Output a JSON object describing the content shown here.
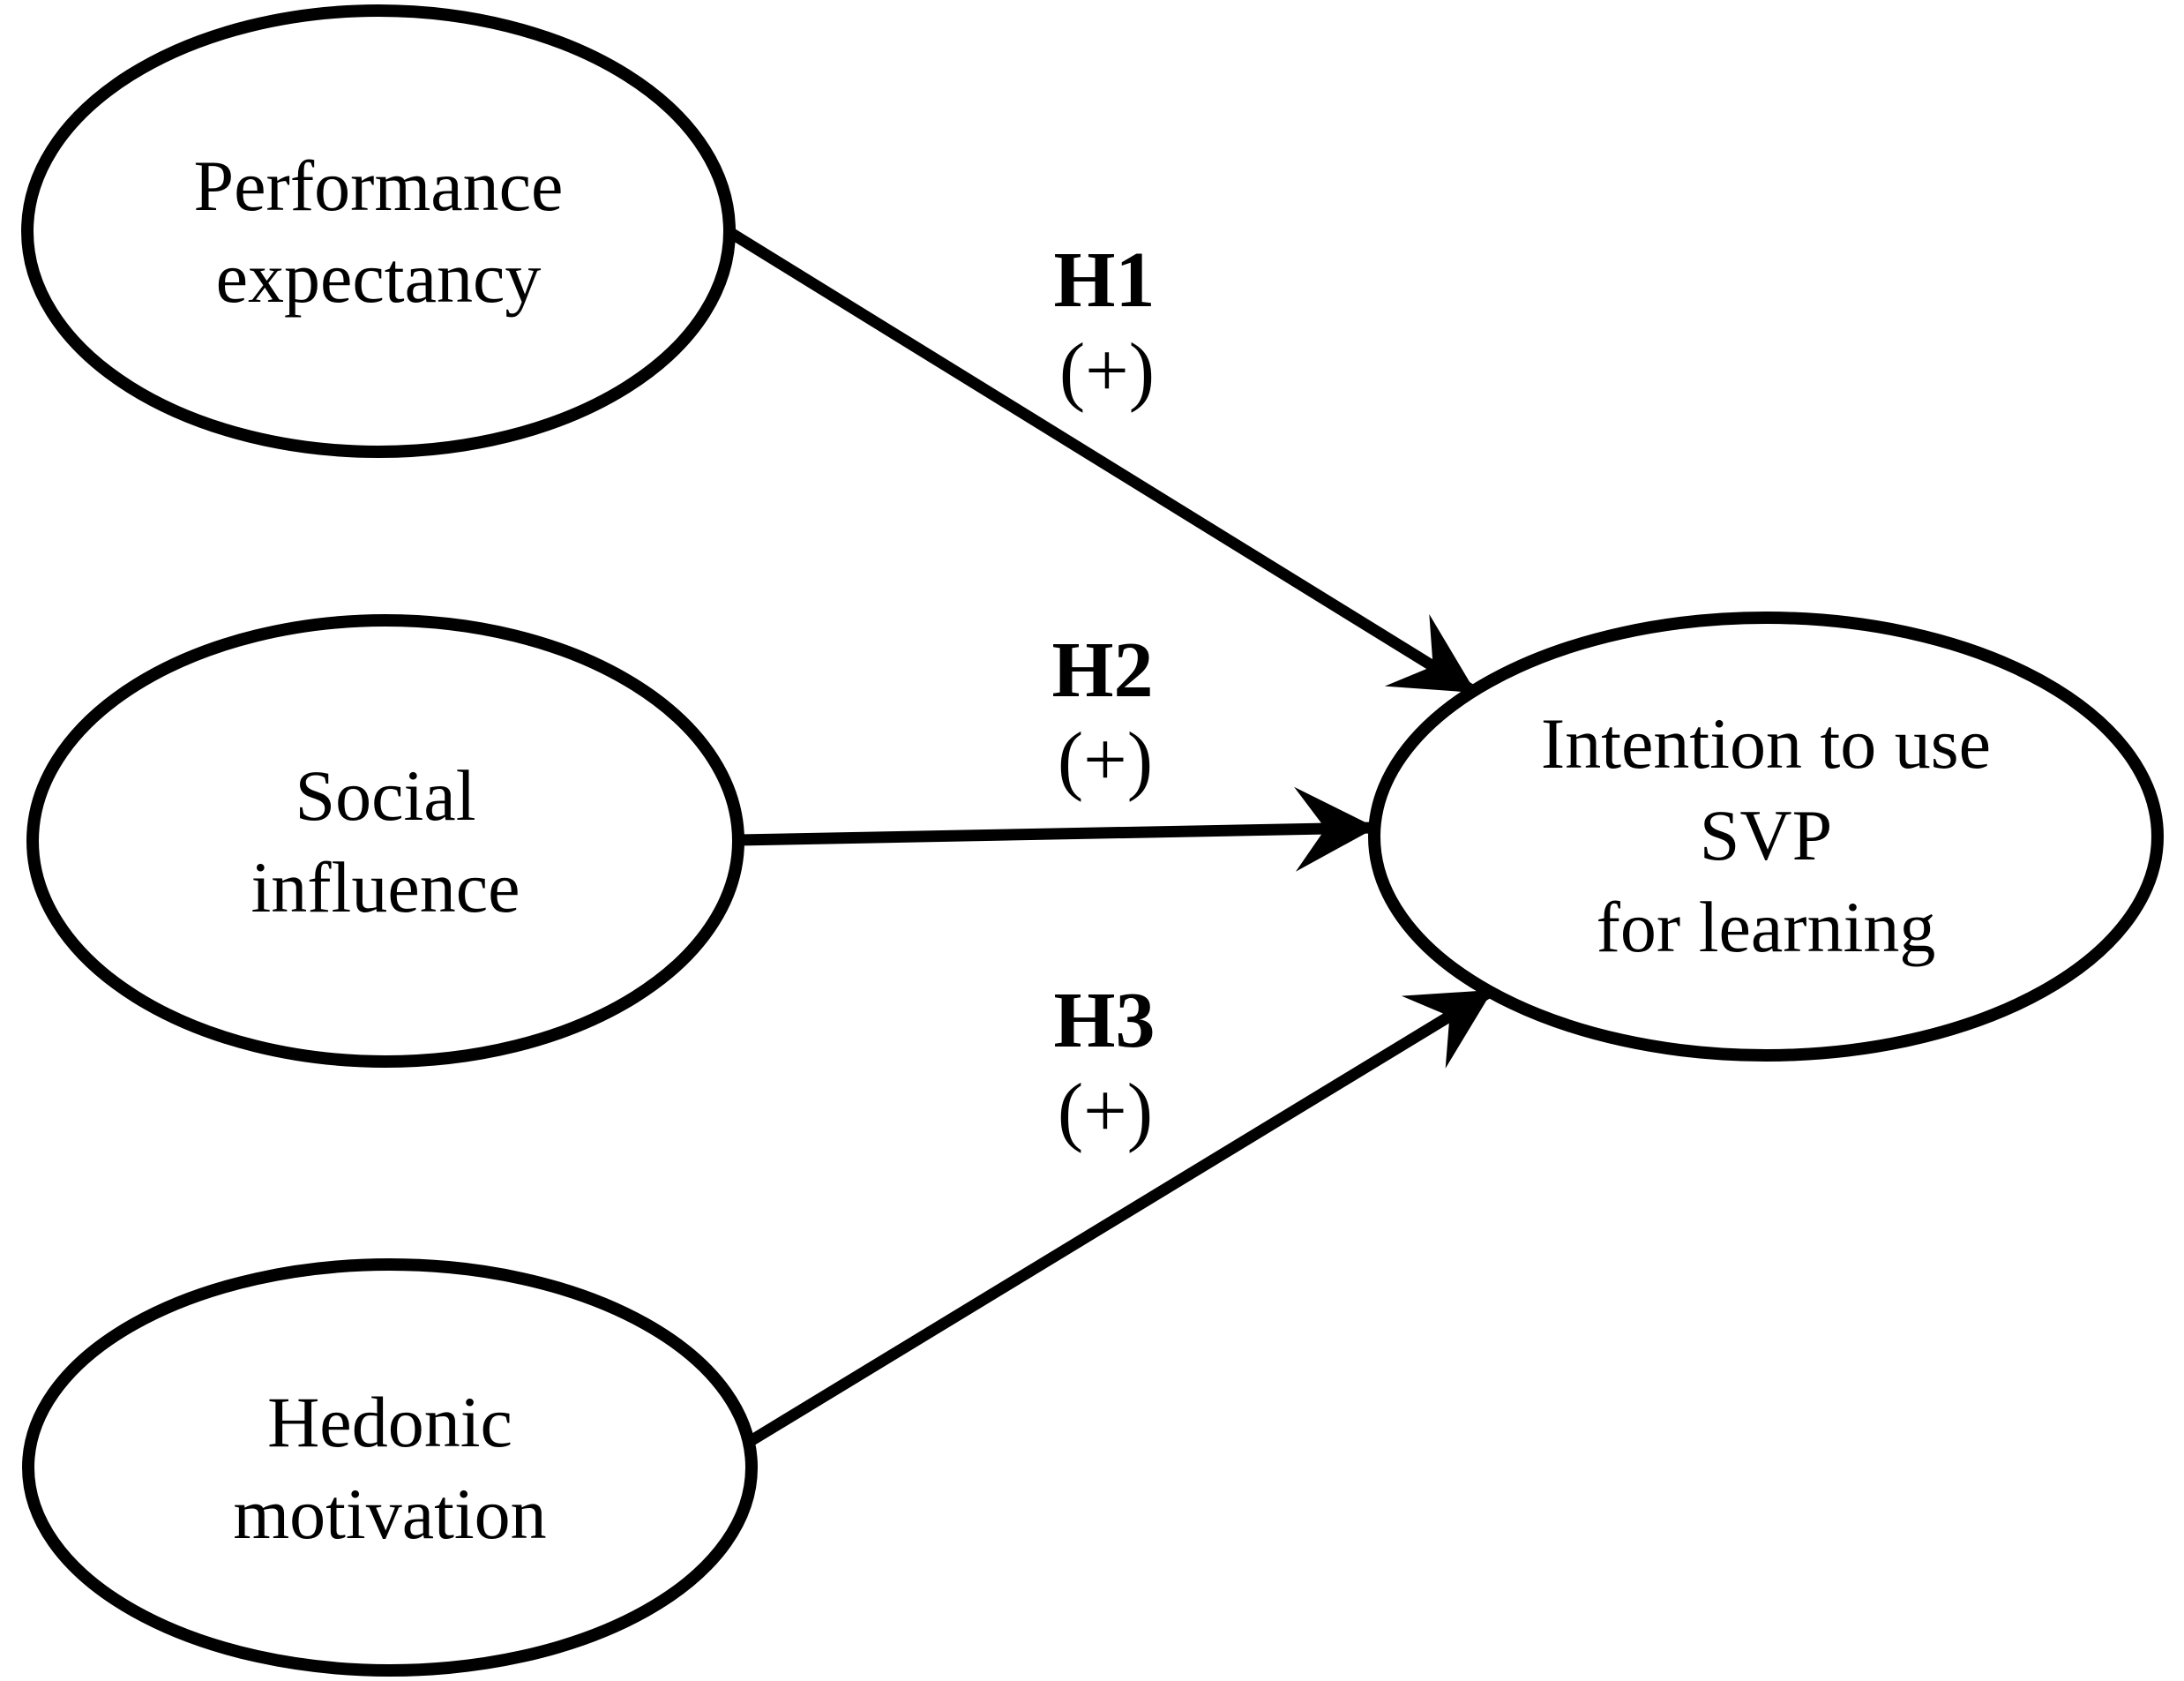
{
  "figure": {
    "background_color": "#ffffff",
    "line_color": "#000000",
    "nodes": {
      "performance_expectancy": {
        "line1": "Performance",
        "line2": "expectancy"
      },
      "social_influence": {
        "line1": "Social",
        "line2": "influence"
      },
      "hedonic_motivation": {
        "line1": "Hedonic",
        "line2": "motivation"
      },
      "intention": {
        "line1": "Intention to use",
        "line2": "SVP",
        "line3": "for learning"
      }
    },
    "edges": {
      "h1": {
        "label": "H1",
        "sign": "(+)"
      },
      "h2": {
        "label": "H2",
        "sign": "(+)"
      },
      "h3": {
        "label": "H3",
        "sign": "(+)"
      }
    }
  }
}
